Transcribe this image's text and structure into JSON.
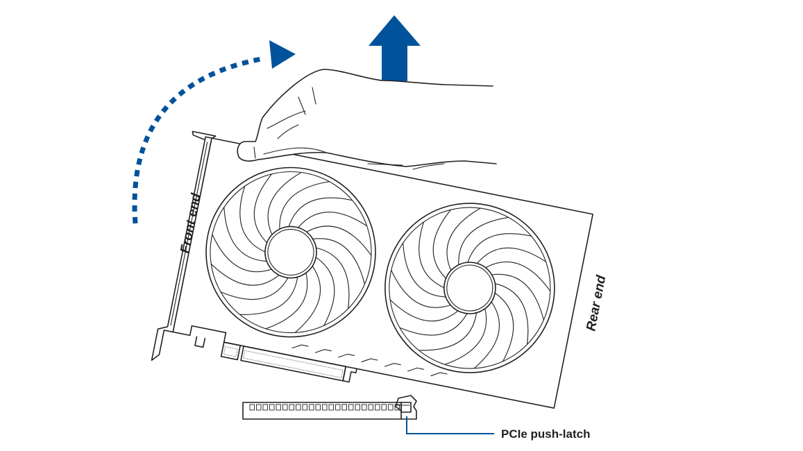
{
  "labels": {
    "front_end": "Front end",
    "rear_end": "Rear end",
    "push_latch": "PCIe push-latch"
  },
  "colors": {
    "accent_arrow": "#00529b",
    "line": "#231f20"
  },
  "icons": {
    "lift_arrow": "up-arrow-icon",
    "tilt_arrow": "curved-dotted-arrow-icon"
  }
}
